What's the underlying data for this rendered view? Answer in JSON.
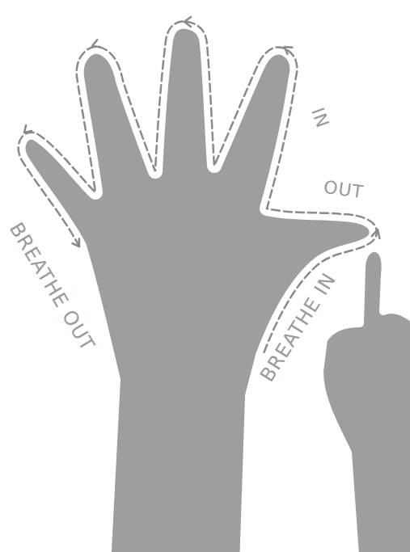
{
  "diagram": {
    "labels": [
      "BREATHE OUT",
      "IN",
      "OUT",
      "BREATHE IN"
    ]
  }
}
